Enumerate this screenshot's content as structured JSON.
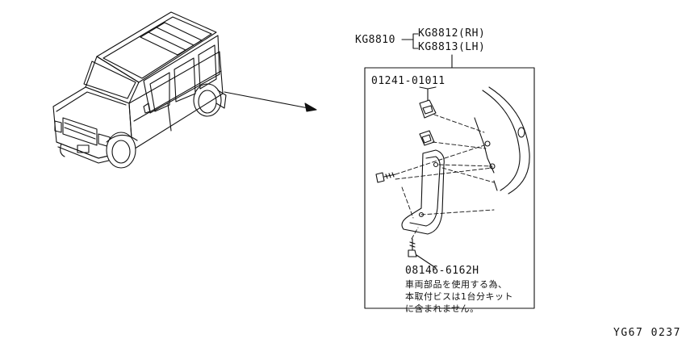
{
  "parts": {
    "assembly": "KG8810",
    "rh": "KG8812(RH)",
    "lh": "KG8813(LH)",
    "clip": "01241-01011",
    "screw": "08146-6162H"
  },
  "note_lines": [
    "車両部品を使用する為、",
    "本取付ビスは1台分キット",
    "に含まれません。"
  ],
  "diagram_code": "YG67 0237"
}
